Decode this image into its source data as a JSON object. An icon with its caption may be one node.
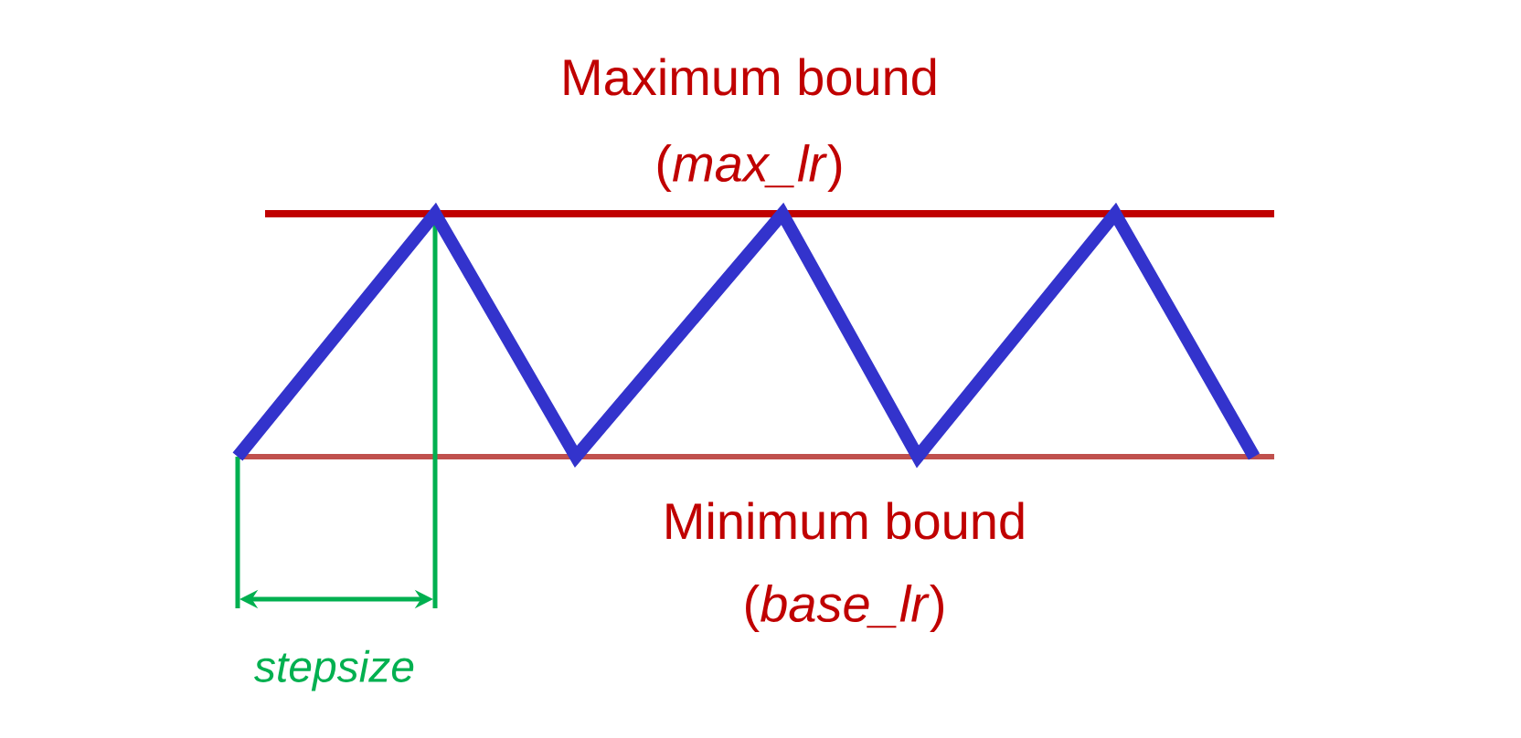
{
  "diagram": {
    "labels": [
      "Maximum bound",
      "(*max_lr*)",
      "Minimum bound",
      "(*base_lr*)",
      "stepsize"
    ]
  }
}
